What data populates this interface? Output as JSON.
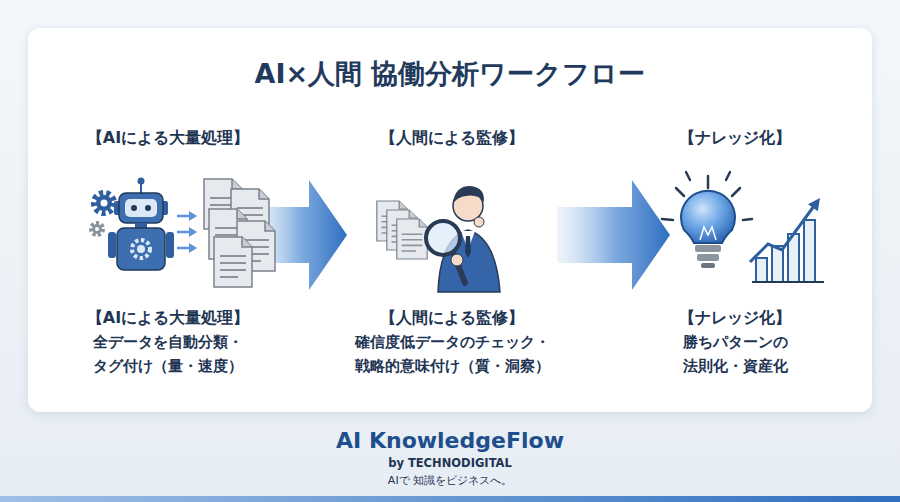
{
  "diagram": {
    "title": "AI×人間 協働分析ワークフロー",
    "nodes": [
      {
        "text": [
          "【AIによる大量処理】",
          "【AIによる大量処理】",
          "全データを自動分類・ タグ付け（量・速度）"
        ]
      },
      {
        "text": [
          "【人間による監修】",
          "【人間による監修】",
          "確信度低データのチェック・ 戦略的意味付け（質・洞察）"
        ]
      },
      {
        "text": [
          "【ナレッジ化】",
          "【ナレッジ化】",
          "勝ちパターンの 法則化・資産化"
        ]
      }
    ],
    "edges": [
      {
        "from": 0,
        "to": 1,
        "arrow": "to"
      },
      {
        "from": 1,
        "to": 2,
        "arrow": "to"
      }
    ],
    "labels": [
      "AI KnowledgeFlow",
      "by TECHNODIGITAL",
      "AIで 知識をビジネスへ。"
    ]
  }
}
